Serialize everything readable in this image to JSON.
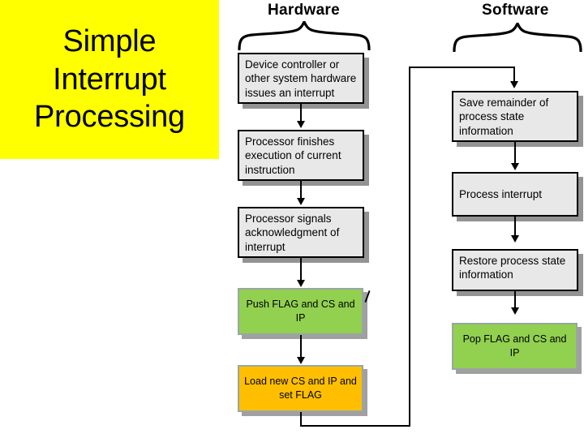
{
  "slide": {
    "title": "Simple\nInterrupt\nProcessing",
    "title_bg_color": "#ffff00",
    "background_color": "#ffffff"
  },
  "columns": {
    "hardware_label": "Hardware",
    "software_label": "Software"
  },
  "colors": {
    "green_fill": "#92d050",
    "orange_fill": "#ffbf00",
    "grey_fill": "#e8e8e8",
    "line": "#000000"
  },
  "flow": {
    "hardware_steps": [
      {
        "id": "device-controller",
        "text": "Device controller or other system hardware issues an interrupt",
        "style": "grey"
      },
      {
        "id": "processor-finishes",
        "text": "Processor finishes execution of current instruction",
        "style": "grey"
      },
      {
        "id": "processor-signals",
        "text": "Processor signals acknowledgment of interrupt",
        "style": "grey"
      },
      {
        "id": "push-flag",
        "text": "Push FLAG and CS and IP",
        "style": "green"
      },
      {
        "id": "load-new-cs",
        "text": "Load new CS and IP and set FLAG",
        "style": "orange"
      }
    ],
    "software_steps": [
      {
        "id": "save-remainder",
        "text": "Save remainder of process state information",
        "style": "grey"
      },
      {
        "id": "process-interrupt",
        "text": "Process interrupt",
        "style": "grey"
      },
      {
        "id": "restore-process",
        "text": "Restore process state information",
        "style": "grey"
      },
      {
        "id": "pop-flag",
        "text": "Pop FLAG and CS and IP",
        "style": "green"
      }
    ]
  }
}
